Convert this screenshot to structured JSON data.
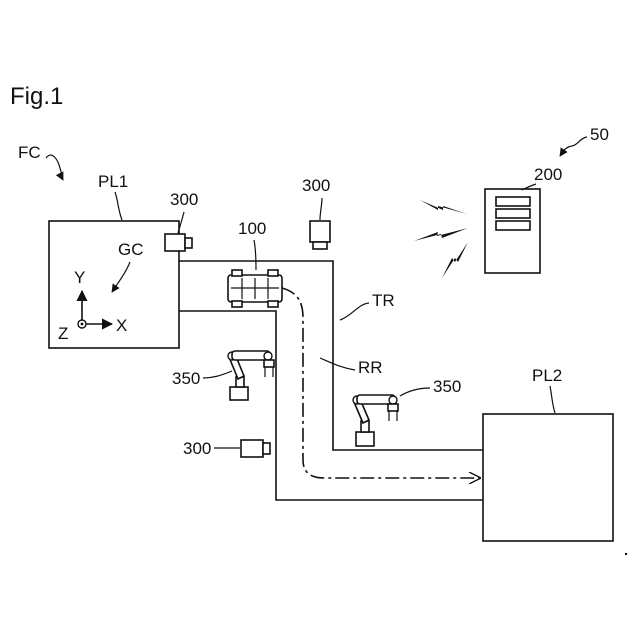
{
  "figure": {
    "title": "Fig.1",
    "labels": {
      "factory": "FC",
      "system": "50",
      "place1": "PL1",
      "place2": "PL2",
      "coord_system": "GC",
      "axis_y": "Y",
      "axis_x": "X",
      "axis_z": "Z",
      "camera_pl1": "300",
      "camera_top": "300",
      "camera_left": "300",
      "server": "200",
      "vehicle": "100",
      "transport_path": "TR",
      "route": "RR",
      "robot_left": "350",
      "robot_right": "350"
    }
  }
}
